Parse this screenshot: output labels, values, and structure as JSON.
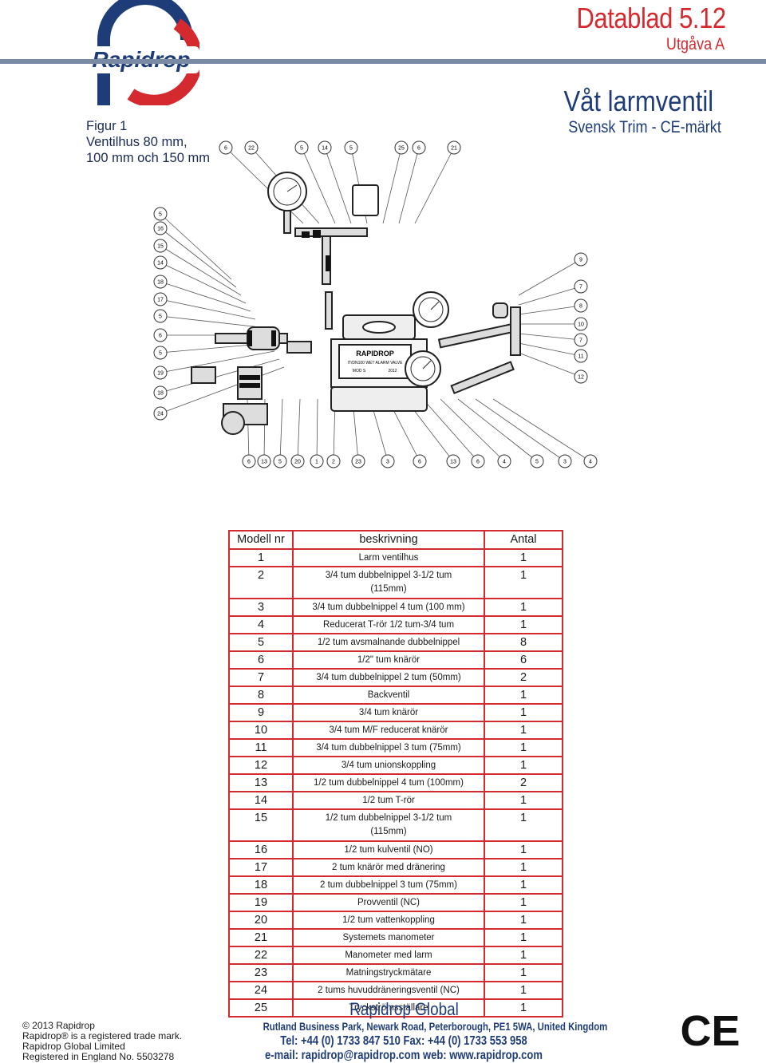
{
  "header": {
    "brand": "Rapidrop",
    "doc_title": "Datablad 5.12",
    "edition": "Utgåva A",
    "main_title": "Våt larmventil",
    "sub_title": "Svensk Trim - CE-märkt"
  },
  "figure": {
    "caption": [
      "Figur 1",
      "Ventilhus 80 mm,",
      "100 mm och 150 mm"
    ],
    "callouts_top": [
      "6",
      "22",
      "5",
      "14",
      "5",
      "25",
      "6",
      "21"
    ],
    "callouts_left": [
      "5",
      "16",
      "15",
      "14",
      "18",
      "17",
      "5",
      "6",
      "5",
      "19",
      "18",
      "24"
    ],
    "callouts_right": [
      "9",
      "7",
      "8",
      "10",
      "7",
      "11",
      "12"
    ],
    "callouts_bottom": [
      "6",
      "13",
      "5",
      "20",
      "1",
      "2",
      "23",
      "3",
      "6",
      "13",
      "6",
      "4",
      "5",
      "3",
      "4"
    ],
    "nameplate": [
      "RAPIDROP",
      "IT/DN100 WET ALARM VALVE",
      "MOD S",
      "2012"
    ]
  },
  "table": {
    "headers": [
      "Modell nr",
      "beskrivning",
      "Antal"
    ],
    "rows": [
      {
        "num": "1",
        "desc": "Larm ventilhus",
        "qty": "1"
      },
      {
        "num": "2",
        "desc": "3/4 tum dubbelnippel 3-1/2 tum",
        "desc2": "(115mm)",
        "qty": "1"
      },
      {
        "num": "3",
        "desc": "3/4 tum dubbelnippel 4 tum (100 mm)",
        "qty": "1"
      },
      {
        "num": "4",
        "desc": "Reducerat T-rör 1/2 tum-3/4 tum",
        "qty": "1"
      },
      {
        "num": "5",
        "desc": "1/2 tum avsmalnande dubbelnippel",
        "qty": "8"
      },
      {
        "num": "6",
        "desc": "1/2\" tum knärör",
        "qty": "6"
      },
      {
        "num": "7",
        "desc": "3/4 tum dubbelnippel 2 tum (50mm)",
        "qty": "2"
      },
      {
        "num": "8",
        "desc": "Backventil",
        "qty": "1"
      },
      {
        "num": "9",
        "desc": "3/4 tum knärör",
        "qty": "1"
      },
      {
        "num": "10",
        "desc": "3/4 tum M/F reducerat knärör",
        "qty": "1"
      },
      {
        "num": "11",
        "desc": "3/4 tum dubbelnippel 3 tum (75mm)",
        "qty": "1"
      },
      {
        "num": "12",
        "desc": "3/4 tum unionskoppling",
        "qty": "1"
      },
      {
        "num": "13",
        "desc": "1/2 tum dubbelnippel 4 tum (100mm)",
        "qty": "2"
      },
      {
        "num": "14",
        "desc": "1/2 tum T-rör",
        "qty": "1"
      },
      {
        "num": "15",
        "desc": "1/2 tum dubbelnippel 3-1/2 tum",
        "desc2": "(115mm)",
        "qty": "1"
      },
      {
        "num": "16",
        "desc": "1/2 tum kulventil (NO)",
        "qty": "1"
      },
      {
        "num": "17",
        "desc": "2 tum knärör med dränering",
        "qty": "1"
      },
      {
        "num": "18",
        "desc": "2 tum dubbelnippel 3 tum (75mm)",
        "qty": "1"
      },
      {
        "num": "19",
        "desc": "Provventil (NC)",
        "qty": "1"
      },
      {
        "num": "20",
        "desc": "1/2 tum vattenkoppling",
        "qty": "1"
      },
      {
        "num": "21",
        "desc": "Systemets manometer",
        "qty": "1"
      },
      {
        "num": "22",
        "desc": "Manometer med larm",
        "qty": "1"
      },
      {
        "num": "23",
        "desc": "Matningstryckmätare",
        "qty": "1"
      },
      {
        "num": "24",
        "desc": "2 tums huvuddräneringsventil (NC)",
        "qty": "1"
      },
      {
        "num": "25",
        "desc": "Tryckströmsställare",
        "qty": "1"
      }
    ]
  },
  "footer": {
    "left": [
      "© 2013 Rapidrop",
      "Rapidrop® is a registered trade mark.",
      "Rapidrop Global Limited",
      "Registered in England No. 5503278"
    ],
    "company": "Rapidrop Global",
    "address": "Rutland Business Park, Newark Road, Peterborough, PE1 5WA, United Kingdom",
    "phone": "Tel: +44 (0) 1733 847 510    Fax: +44 (0) 1733 553 958",
    "web": "e-mail: rapidrop@rapidrop.com    web: www.rapidrop.com",
    "ce": "CE"
  },
  "colors": {
    "accent_red": "#d42a2f",
    "brand_blue": "#1e3c78",
    "rule_gray": "#7a8aa5"
  }
}
